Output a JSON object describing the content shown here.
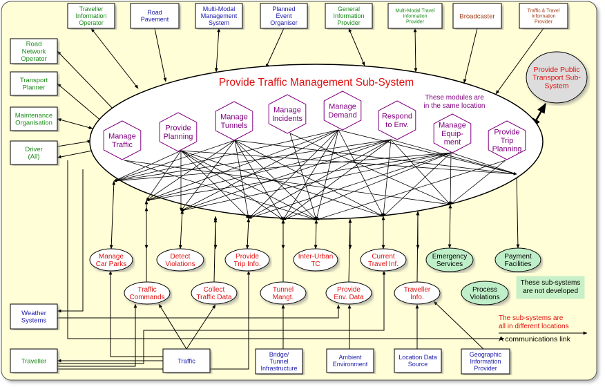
{
  "colors": {
    "background": "#fffed6",
    "green_text": "#1a8a1a",
    "blue_text": "#1a1aaa",
    "red_text": "#e01010",
    "brown_text": "#a0401a",
    "purple_text": "#800080",
    "green_fill": "#bfefc8",
    "grey_fill": "#dddddd"
  },
  "title": "Provide Traffic Management Sub-System",
  "same_location_note": "These modules are in the same location",
  "not_developed_note": "These sub-systems are not developed",
  "different_locations_note": "The sub-systems are all in different locations",
  "comm_link_label": "A communications link",
  "public_transport": "Provide Public Transport Sub-System",
  "top_terminators": [
    {
      "id": "tio",
      "text": "Traveller Information Operator",
      "color": "green"
    },
    {
      "id": "rp",
      "text": "Road Pavement",
      "color": "blue"
    },
    {
      "id": "mmms",
      "text": "Multi-Modal Management System",
      "color": "blue"
    },
    {
      "id": "peo",
      "text": "Planned Event Organiser",
      "color": "blue"
    },
    {
      "id": "gip",
      "text": "General Information Provider",
      "color": "green"
    },
    {
      "id": "mmtip",
      "text": "Multi-Modal Travel Information Provider",
      "color": "green"
    },
    {
      "id": "bc",
      "text": "Broadcaster",
      "color": "brown"
    },
    {
      "id": "ttip",
      "text": "Traffic & Travel Information Provider",
      "color": "brown"
    }
  ],
  "left_terminators": [
    {
      "id": "rno",
      "text": "Road Network Operator",
      "color": "green"
    },
    {
      "id": "tp",
      "text": "Transport Planner",
      "color": "green"
    },
    {
      "id": "mo",
      "text": "Maintenance Organisation",
      "color": "green"
    },
    {
      "id": "drv",
      "text": "Driver (All)",
      "color": "green"
    }
  ],
  "bottom_terminators": [
    {
      "id": "ws",
      "text": "Weather Systems",
      "color": "blue"
    },
    {
      "id": "trv",
      "text": "Traveller",
      "color": "green"
    },
    {
      "id": "trf",
      "text": "Traffic",
      "color": "blue"
    },
    {
      "id": "bti",
      "text": "Bridge/ Tunnel Infrastructure",
      "color": "blue"
    },
    {
      "id": "ae",
      "text": "Ambient Environment",
      "color": "blue"
    },
    {
      "id": "lds",
      "text": "Location Data Source",
      "color": "blue"
    },
    {
      "id": "gipb",
      "text": "Geographic Information Provider",
      "color": "blue"
    }
  ],
  "modules": [
    {
      "id": "m1",
      "text": "Manage Traffic"
    },
    {
      "id": "m2",
      "text": "Provide Planning"
    },
    {
      "id": "m3",
      "text": "Manage Tunnels"
    },
    {
      "id": "m4",
      "text": "Manage Incidents"
    },
    {
      "id": "m5",
      "text": "Manage Demand"
    },
    {
      "id": "m6",
      "text": "Respond to Env."
    },
    {
      "id": "m7",
      "text": "Manage Equip- ment"
    },
    {
      "id": "m8",
      "text": "Provide Trip Planning"
    }
  ],
  "subsystems": [
    {
      "id": "s1",
      "text": "Manage Car Parks",
      "developed": true
    },
    {
      "id": "s2",
      "text": "Detect Violations",
      "developed": true
    },
    {
      "id": "s3",
      "text": "Provide Trip Info.",
      "developed": true
    },
    {
      "id": "s4",
      "text": "Inter-Urban TC",
      "developed": true
    },
    {
      "id": "s5",
      "text": "Current Travel Inf.",
      "developed": true
    },
    {
      "id": "s6",
      "text": "Emergency Services",
      "developed": false
    },
    {
      "id": "s7",
      "text": "Payment Facilities",
      "developed": false
    },
    {
      "id": "s8",
      "text": "Traffic Commands",
      "developed": true
    },
    {
      "id": "s9",
      "text": "Collect Traffic Data",
      "developed": true
    },
    {
      "id": "s10",
      "text": "Tunnel Mangt.",
      "developed": true
    },
    {
      "id": "s11",
      "text": "Provide Env. Data",
      "developed": true
    },
    {
      "id": "s12",
      "text": "Traveller Info.",
      "developed": true
    },
    {
      "id": "s13",
      "text": "Process Violations",
      "developed": false
    }
  ]
}
